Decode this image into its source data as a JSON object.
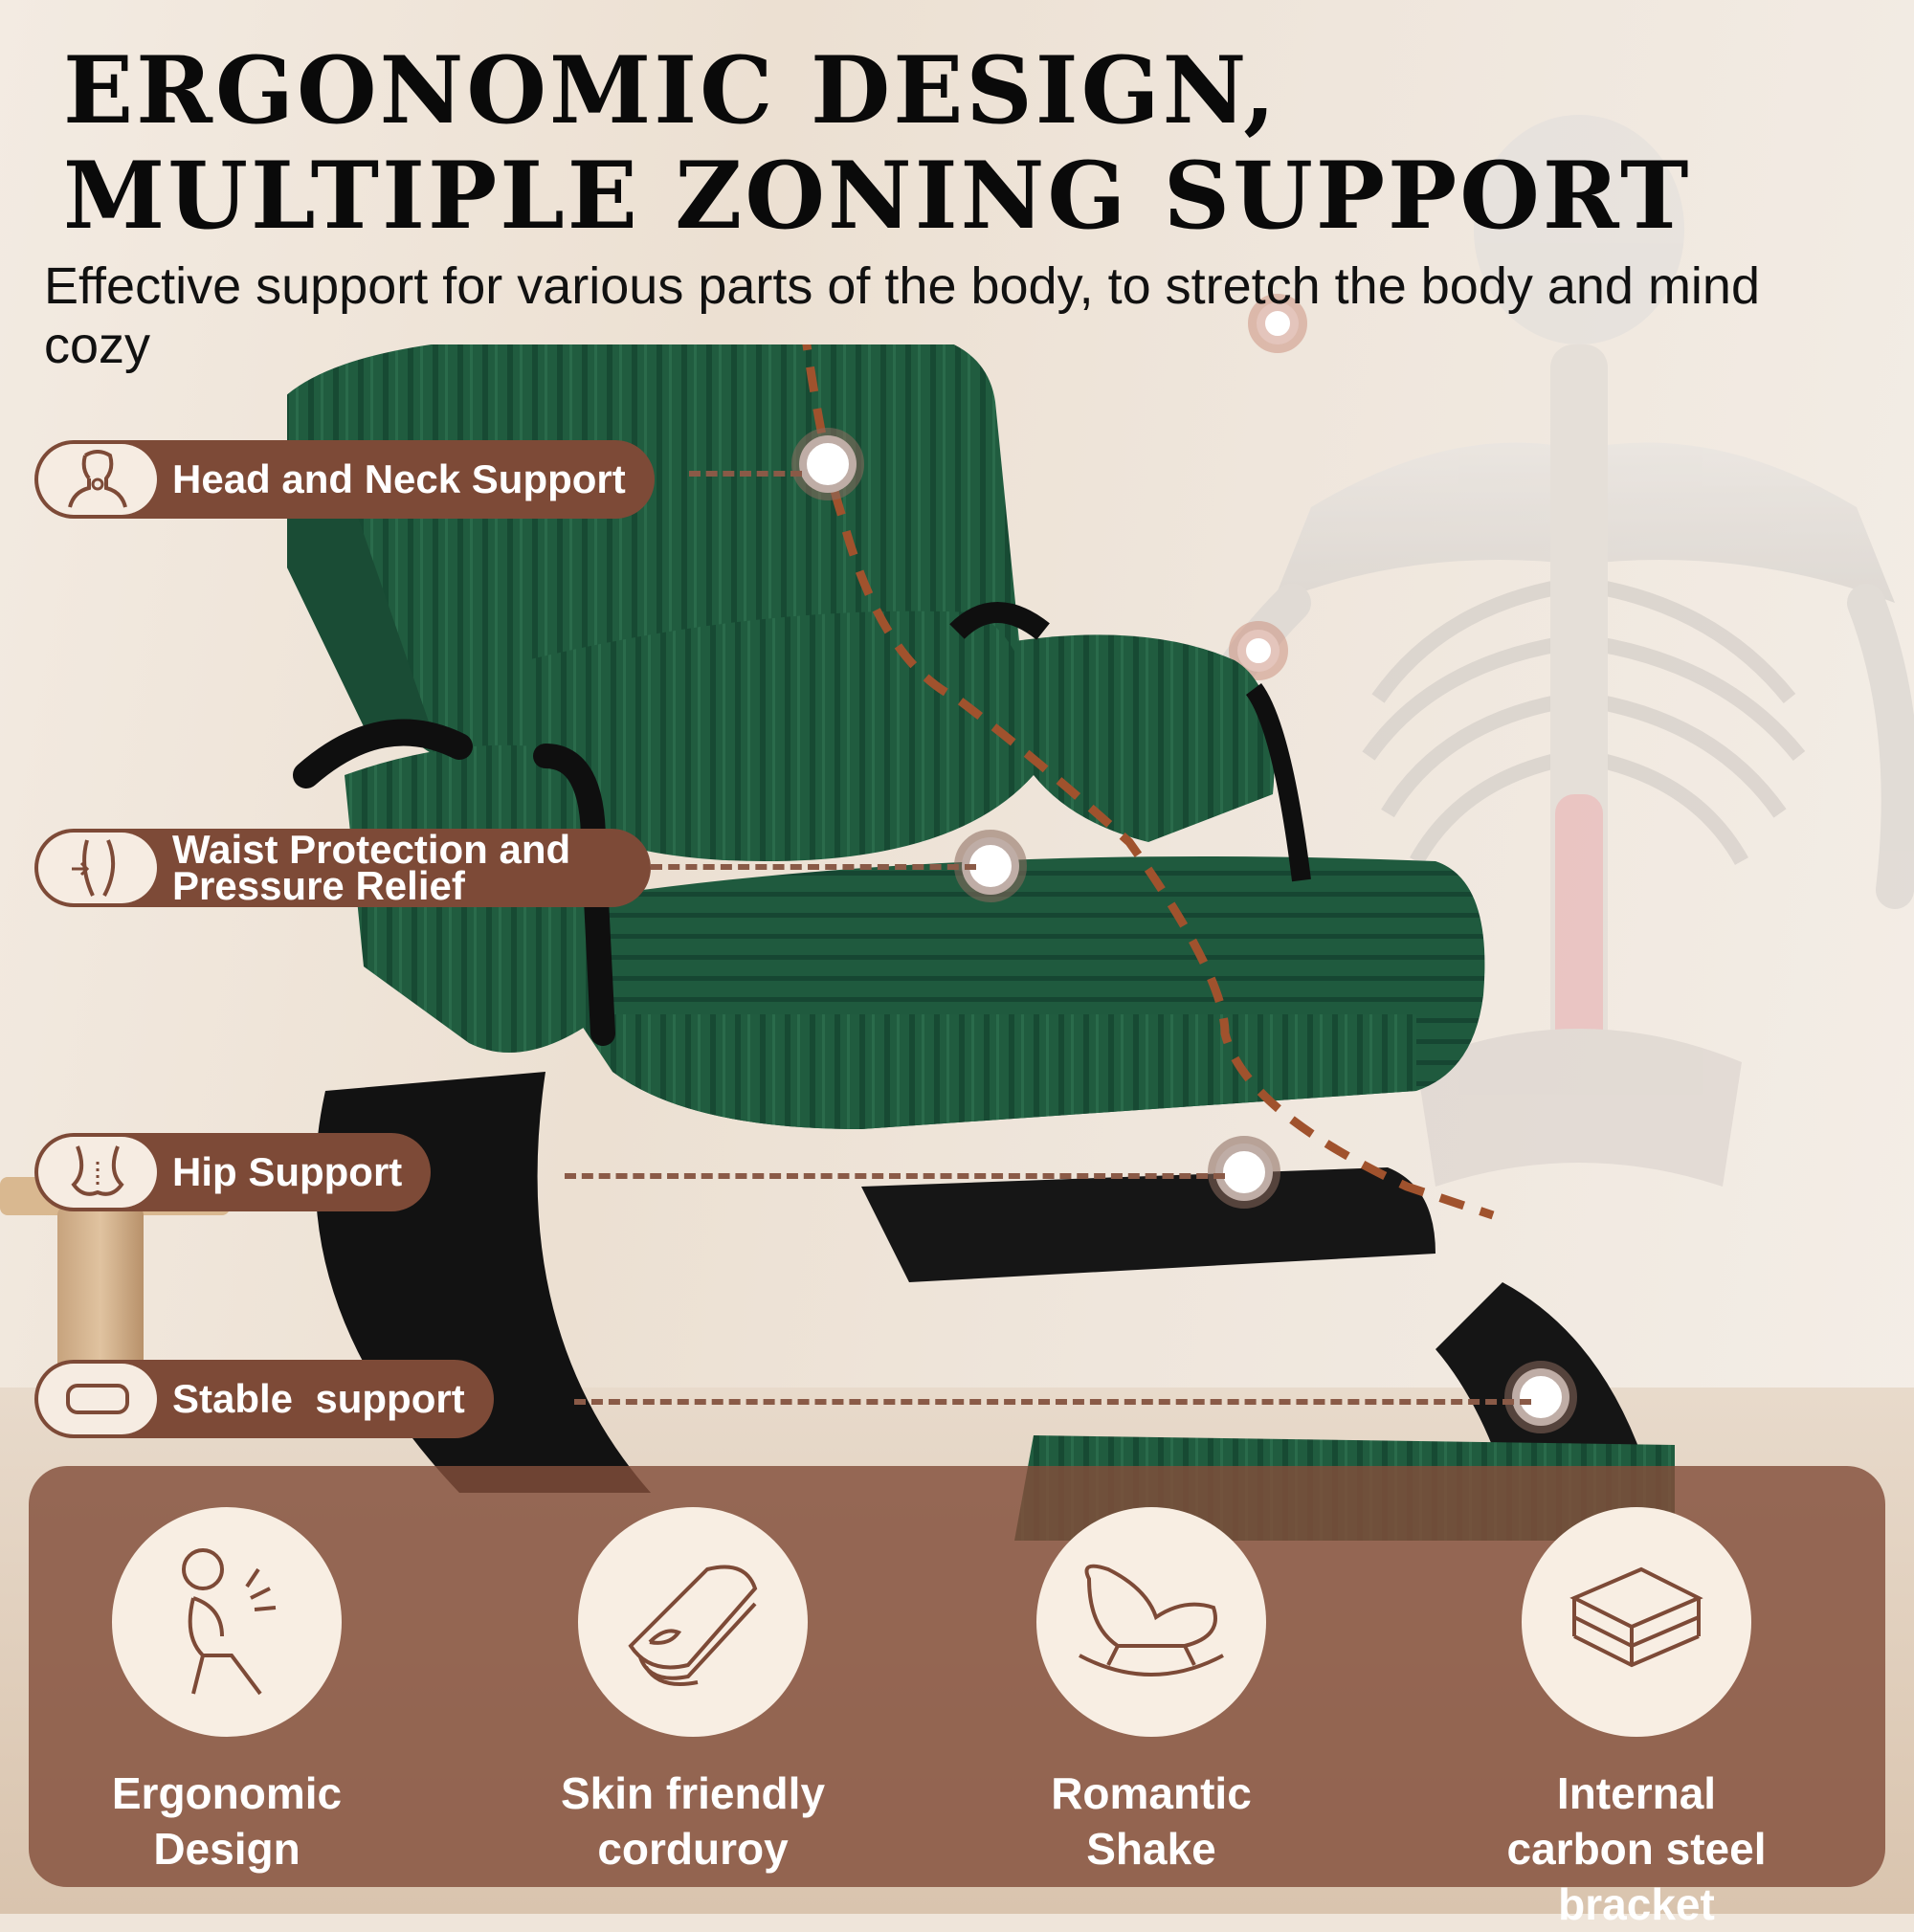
{
  "heading": {
    "title": "ERGONOMIC DESIGN, MULTIPLE ZONING SUPPORT",
    "subtitle": "Effective support for various parts of the body, to stretch the body and mind cozy"
  },
  "support_labels": [
    {
      "text": "Head and Neck Support",
      "icon": "head-neck-icon"
    },
    {
      "text": "Waist Protection and Pressure Relief",
      "icon": "waist-icon"
    },
    {
      "text": "Hip Support",
      "icon": "hip-icon"
    },
    {
      "text": "Stable  support",
      "icon": "stable-base-icon"
    }
  ],
  "features": [
    {
      "label": "Ergonomic Design",
      "icon": "ergonomic-person-icon"
    },
    {
      "label": "Skin friendly corduroy",
      "icon": "folded-fabric-icon"
    },
    {
      "label": "Romantic Shake",
      "icon": "rocking-chair-icon"
    },
    {
      "label": "Internal carbon steel bracket",
      "icon": "steel-frame-icon"
    }
  ],
  "colors": {
    "label_bg": "#7d4a37",
    "chair_green": "#1f5b3d",
    "panel_bg": "#834e3a",
    "dash_line": "#a0522d"
  }
}
